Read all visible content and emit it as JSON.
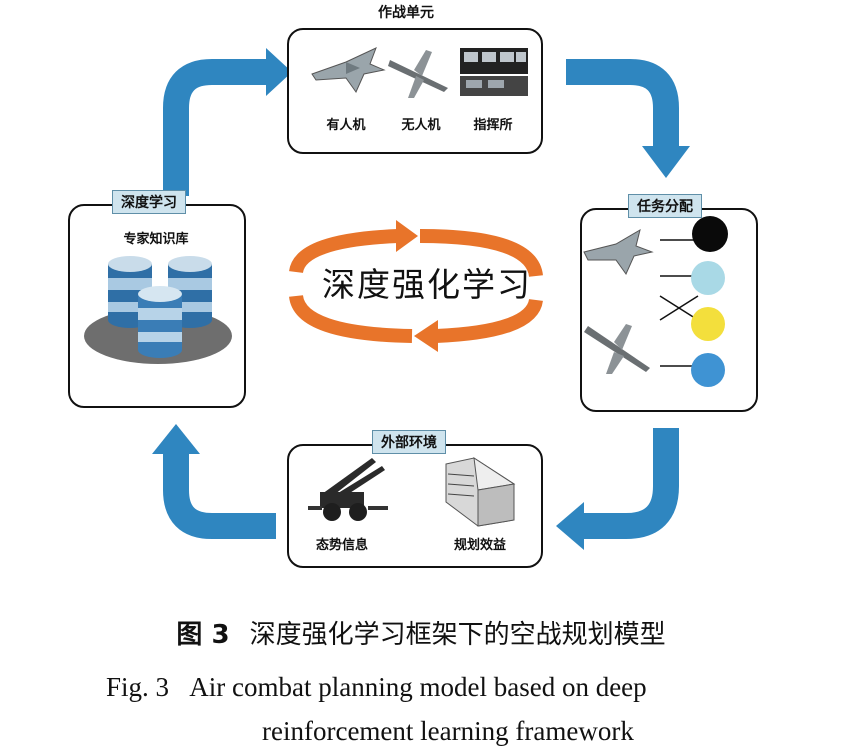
{
  "figure": {
    "top": {
      "title": "作战单元",
      "items": [
        "有人机",
        "无人机",
        "指挥所"
      ]
    },
    "right": {
      "tag": "任务分配",
      "colors": [
        "#0a0a0a",
        "#a9d9e6",
        "#f3df3c",
        "#3f93d3"
      ]
    },
    "bottom": {
      "tag": "外部环境",
      "items": [
        "态势信息",
        "规划效益"
      ]
    },
    "left": {
      "tag": "深度学习",
      "title": "专家知识库"
    },
    "center": "深度强化学习",
    "colors": {
      "flow_arrow": "#2f86c0",
      "cycle_arrow": "#e8742a"
    }
  },
  "caption": {
    "cn_label": "图 3",
    "cn_text": "深度强化学习框架下的空战规划模型",
    "en_label": "Fig. 3",
    "en_line1": "Air combat planning model based on deep",
    "en_line2": "reinforcement learning framework"
  }
}
